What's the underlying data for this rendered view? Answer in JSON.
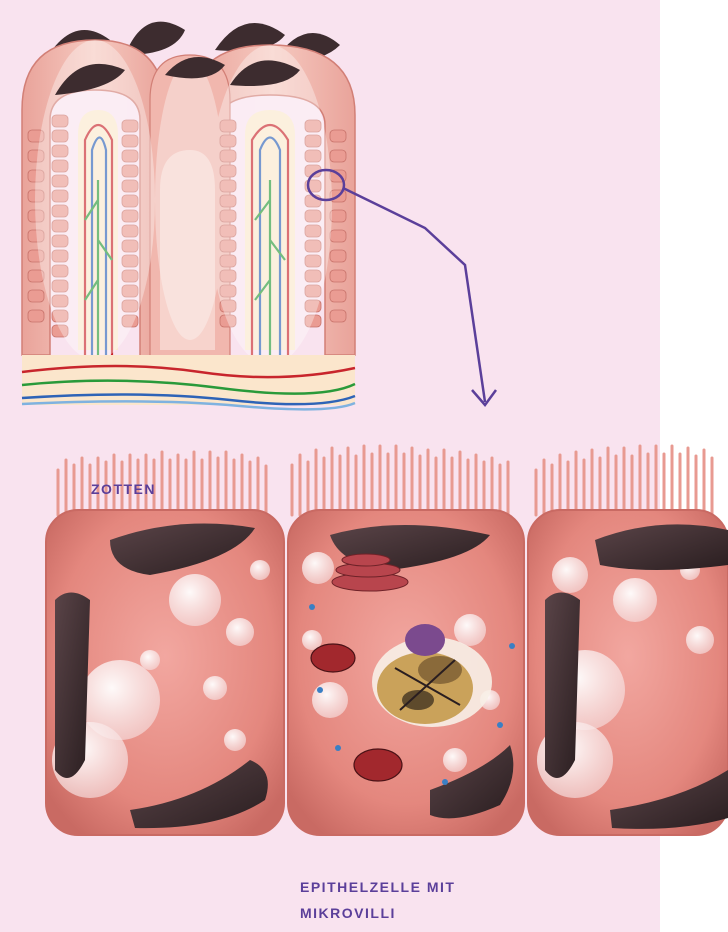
{
  "labels": {
    "zotten": "ZOTTEN",
    "epithel_line1": "EPITHELZELLE MIT",
    "epithel_line2": "MIKROVILLI"
  },
  "colors": {
    "background": "#f9e3ef",
    "label": "#5b3f9a",
    "cell_body": "#e4877e",
    "nucleus": "#3a2a2c",
    "artery": "#c8252c",
    "vein": "#2e63b7",
    "lymph": "#2a9a3a",
    "pointer": "#5b3f9a"
  }
}
